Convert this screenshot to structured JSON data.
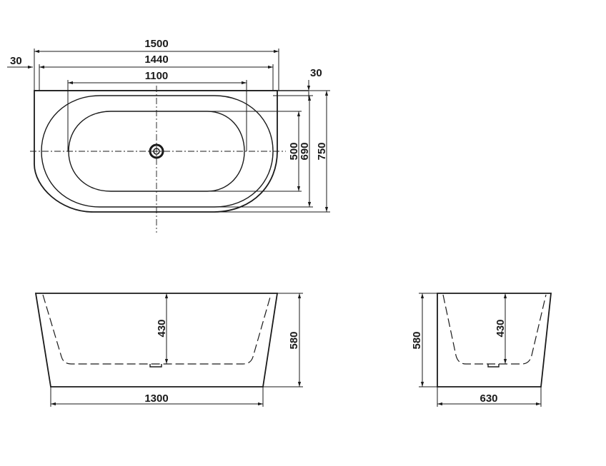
{
  "top_view": {
    "dim_1500": "1500",
    "dim_1440": "1440",
    "dim_1100": "1100",
    "dim_30_left": "30",
    "dim_30_right": "30",
    "dim_500": "500",
    "dim_690": "690",
    "dim_750": "750"
  },
  "front_view": {
    "dim_430": "430",
    "dim_580": "580",
    "dim_1300": "1300"
  },
  "side_view": {
    "dim_580": "580",
    "dim_430": "430",
    "dim_630": "630"
  }
}
